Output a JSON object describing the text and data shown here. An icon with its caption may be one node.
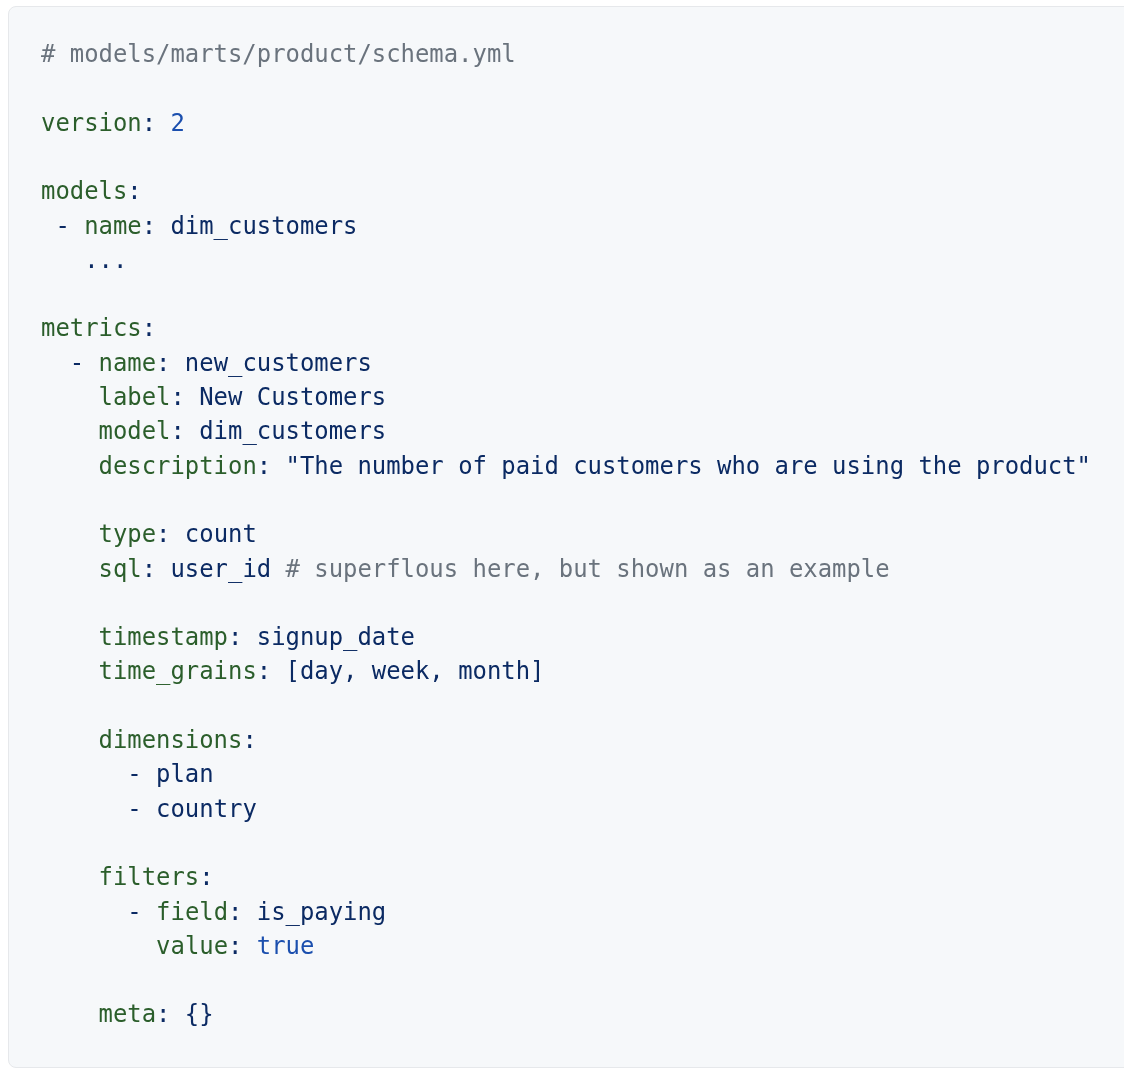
{
  "diagram": {
    "labels": [
      "# models/marts/product/schema.yml",
      "version: 2",
      "models:",
      "- name: dim_customers",
      "...",
      "metrics:",
      "- name: new_customers",
      "label: New Customers",
      "model: dim_customers",
      "description: \"The number of paid customers who are using the product\"",
      "type: count",
      "sql: user_id # superflous here, but shown as an example",
      "timestamp: signup_date",
      "time_grains: [day, week, month]",
      "dimensions:",
      "- plan",
      "- country",
      "filters:",
      "- field: is_paying",
      "value: true",
      "meta: {}"
    ]
  }
}
